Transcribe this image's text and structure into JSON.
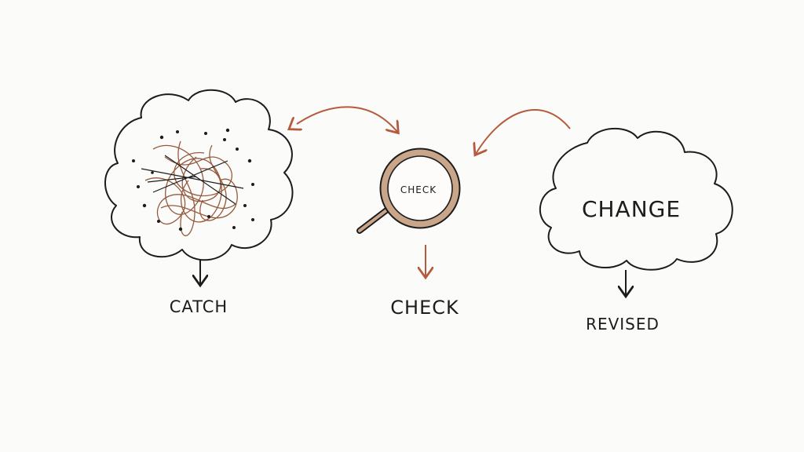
{
  "diagram": {
    "colors": {
      "background": "#fbfbfa",
      "ink": "#1c1c1c",
      "accent": "#b55a3c",
      "scribble": "#8a4a2a",
      "lens_ring": "#c9a58a"
    },
    "magnifier_label": "CHECK",
    "cloud_label": "CHANGE",
    "steps": [
      {
        "label": "CATCH"
      },
      {
        "label": "CHECK"
      },
      {
        "label": "REVISED"
      }
    ]
  }
}
